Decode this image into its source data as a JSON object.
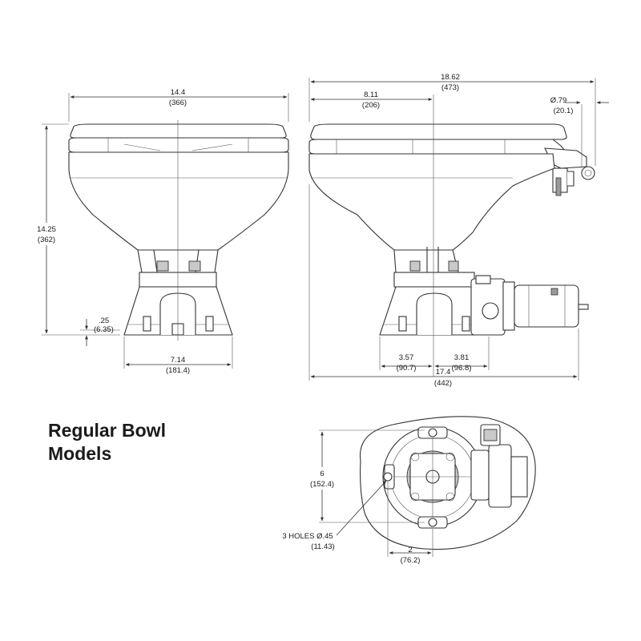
{
  "title": {
    "line1": "Regular Bowl",
    "line2": "Models"
  },
  "front_view": {
    "width": {
      "in": "14.4",
      "mm": "(366)"
    },
    "height": {
      "in": "14.25",
      "mm": "(362)"
    },
    "base_offset": {
      "in": ".25",
      "mm": "(6.35)"
    },
    "base_width": {
      "in": "7.14",
      "mm": "(181.4)"
    }
  },
  "side_view": {
    "overall_length": {
      "in": "18.62",
      "mm": "(473)"
    },
    "lid_to_center": {
      "in": "8.11",
      "mm": "(206)"
    },
    "outlet_diameter": {
      "in": "Ø.79",
      "mm": "(20.1)"
    },
    "base_left": {
      "in": "3.57",
      "mm": "(90.7)"
    },
    "base_right": {
      "in": "3.81",
      "mm": "(96.8)"
    },
    "footprint_length": {
      "in": "17.4",
      "mm": "(442)"
    }
  },
  "bottom_view": {
    "hole_spacing_vertical": {
      "in": "6",
      "mm": "(152.4)"
    },
    "holes": {
      "in": "3 HOLES Ø.45",
      "mm": "(11.43)"
    },
    "hole_spacing_horizontal": {
      "in": "2",
      "mm": "(76.2)"
    }
  }
}
